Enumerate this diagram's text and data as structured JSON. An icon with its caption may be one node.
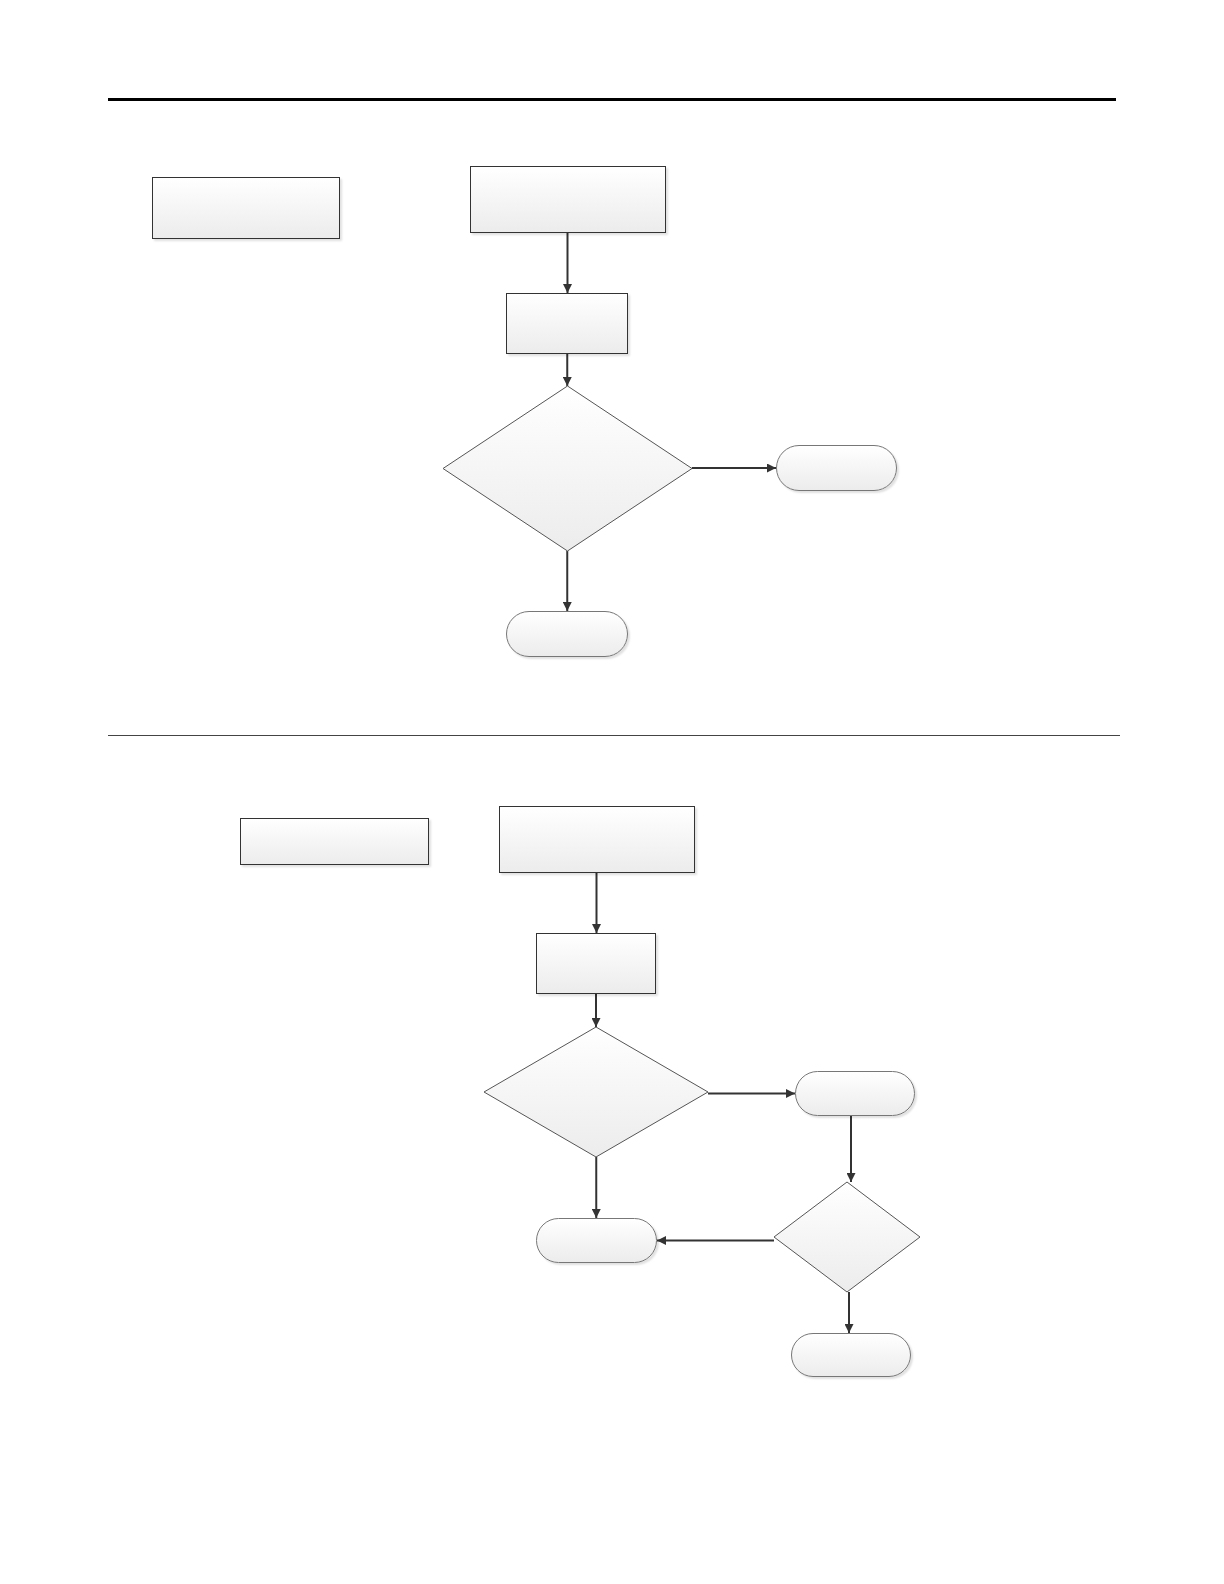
{
  "diagram": {
    "nodes": [
      {
        "text": [],
        "shape": "box"
      },
      {
        "text": [],
        "shape": "box"
      },
      {
        "text": [],
        "shape": "box"
      },
      {
        "text": [],
        "shape": "diamond"
      },
      {
        "text": [],
        "shape": "terminal"
      },
      {
        "text": [],
        "shape": "terminal"
      },
      {
        "text": [],
        "shape": "box"
      },
      {
        "text": [],
        "shape": "box"
      },
      {
        "text": [],
        "shape": "box"
      },
      {
        "text": [],
        "shape": "diamond"
      },
      {
        "text": [],
        "shape": "terminal"
      },
      {
        "text": [],
        "shape": "terminal"
      },
      {
        "text": [],
        "shape": "diamond"
      },
      {
        "text": [],
        "shape": "terminal"
      }
    ],
    "edges": [
      {
        "from": 1,
        "to": 2,
        "arrow": "to"
      },
      {
        "from": 2,
        "to": 3,
        "arrow": "to"
      },
      {
        "from": 3,
        "to": 4,
        "arrow": "to"
      },
      {
        "from": 3,
        "to": 5,
        "arrow": "to"
      },
      {
        "from": 7,
        "to": 8,
        "arrow": "to"
      },
      {
        "from": 8,
        "to": 9,
        "arrow": "to"
      },
      {
        "from": 9,
        "to": 10,
        "arrow": "to"
      },
      {
        "from": 9,
        "to": 11,
        "arrow": "to"
      },
      {
        "from": 10,
        "to": 12,
        "arrow": "to"
      },
      {
        "from": 12,
        "to": 11,
        "arrow": "to"
      },
      {
        "from": 12,
        "to": 13,
        "arrow": "to"
      }
    ]
  }
}
